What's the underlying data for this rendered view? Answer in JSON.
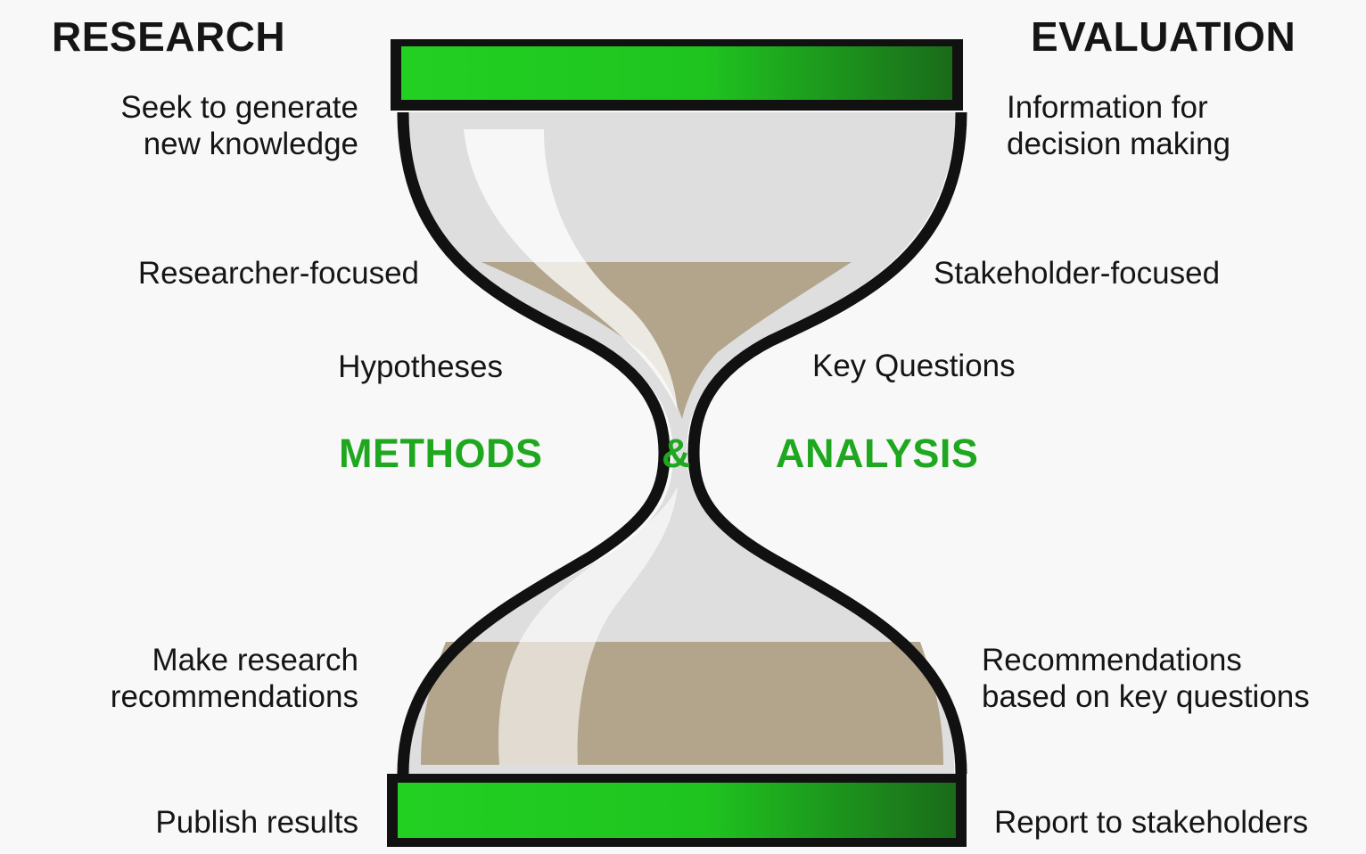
{
  "headings": {
    "research": "RESEARCH",
    "evaluation": "EVALUATION"
  },
  "research": {
    "purpose": "Seek to generate\nnew knowledge",
    "focus": "Researcher-focused",
    "driver": "Hypotheses",
    "output": "Make research\nrecommendations",
    "dissemination": "Publish results"
  },
  "evaluation": {
    "purpose": "Information for\ndecision making",
    "focus": "Stakeholder-focused",
    "driver": "Key Questions",
    "output": "Recommendations\nbased on key questions",
    "dissemination": "Report to stakeholders"
  },
  "center": {
    "methods": "METHODS",
    "ampersand": "&",
    "analysis": "ANALYSIS"
  },
  "colors": {
    "accent_green": "#1fa81f",
    "cap_green_light": "#22d022",
    "cap_green_dark": "#1a6b1a",
    "glass": "#dedede",
    "sand": "#b3a58c",
    "outline": "#111111"
  },
  "icons": {
    "hourglass": "hourglass-icon"
  }
}
